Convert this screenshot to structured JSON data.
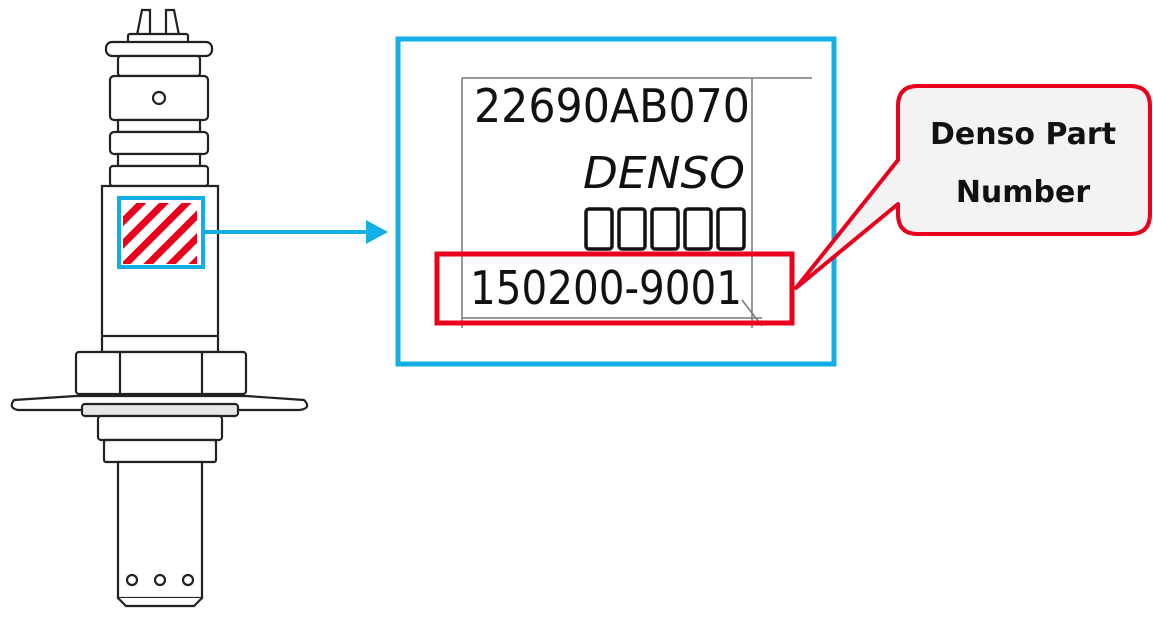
{
  "label": {
    "part_number_top": "22690AB070",
    "brand": "DENSO",
    "date_code": "□□□□□",
    "denso_part_number": "150200-9001"
  },
  "callout": {
    "line1": "Denso Part",
    "line2": "Number"
  },
  "colors": {
    "zoom_box": "#12aee6",
    "highlight": "#e8001c",
    "callout_border": "#e8001c",
    "callout_fill": "#f3f3f3"
  }
}
